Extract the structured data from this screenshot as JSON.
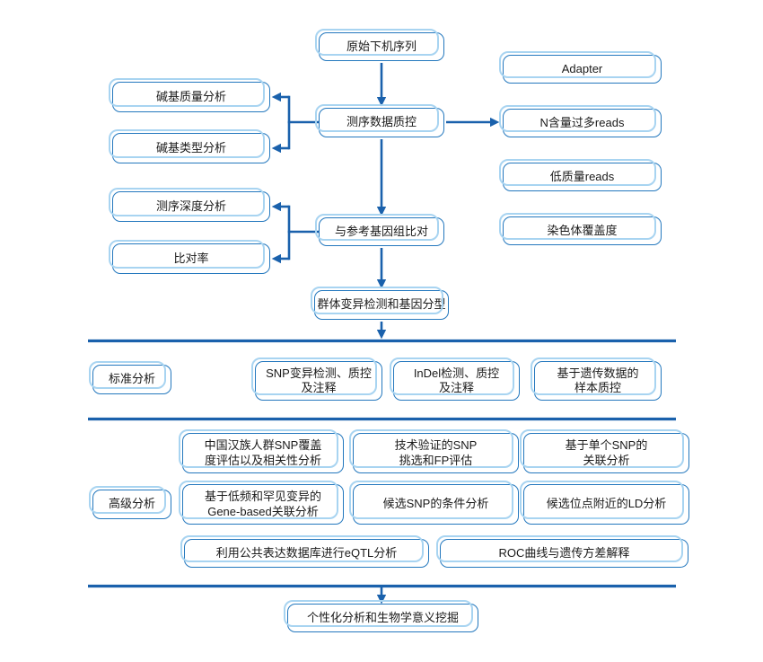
{
  "colors": {
    "background": "#FFFFFF",
    "box_border": "#2478BE",
    "box_highlight": "#A8D4F1",
    "arrow": "#1A61AC",
    "divider": "#1A61AC",
    "text": "#1A1A1A"
  },
  "nodes": {
    "raw": "原始下机序列",
    "qc": "测序数据质控",
    "base_quality": "碱基质量分析",
    "base_type": "碱基类型分析",
    "adapter": "Adapter",
    "n_reads": "N含量过多reads",
    "low_quality_reads": "低质量reads",
    "chromosome_coverage": "染色体覆盖度",
    "align": "与参考基因组比对",
    "depth": "测序深度分析",
    "mapping_rate": "比对率",
    "variant_genotyping": "群体变异检测和基因分型",
    "standard_label": "标准分析",
    "snp": "SNP变异检测、质控\n及注释",
    "indel": "InDel检测、质控\n及注释",
    "sample_qc": "基于遗传数据的\n样本质控",
    "advanced_label": "高级分析",
    "han_snp": "中国汉族人群SNP覆盖\n度评估以及相关性分析",
    "validated_snp": "技术验证的SNP\n挑选和FP评估",
    "single_snp": "基于单个SNP的\n关联分析",
    "gene_based": "基于低频和罕见变异的\nGene-based关联分析",
    "conditional_snp": "候选SNP的条件分析",
    "ld": "候选位点附近的LD分析",
    "eqtl": "利用公共表达数据库进行eQTL分析",
    "roc": "ROC曲线与遗传方差解释",
    "final": "个性化分析和生物学意义挖掘"
  }
}
